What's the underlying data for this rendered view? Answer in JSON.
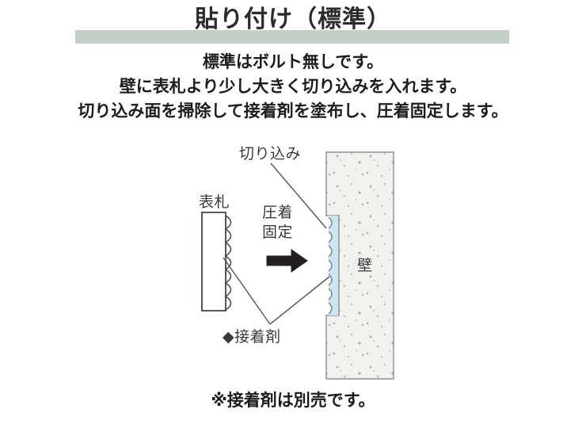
{
  "header": {
    "title": "貼り付け（標準）",
    "band_color": "#c3cfc2"
  },
  "intro": {
    "lines": [
      "標準はボルト無しです。",
      "壁に表札より少し大きく切り込みを入れます。",
      "切り込み面を掃除して接着剤を塗布し、圧着固定します。"
    ]
  },
  "diagram": {
    "labels": {
      "kirikomi": "切り込み",
      "hyousatsu": "表札",
      "atsuchaku_line1": "圧着",
      "atsuchaku_line2": "固定",
      "kabe": "壁",
      "setchakuzai": "◆接着剤"
    },
    "icons": {
      "press_arrow": "right-arrow-icon",
      "adhesive_marker": "diamond-bullet-icon"
    },
    "colors": {
      "wall_fill": "#f0f0ef",
      "wall_speckle": "#9a9a9a",
      "wall_outline": "#8d8d8d",
      "plate_outline": "#4a4448",
      "adhesive_fill": "#cfe4ef",
      "adhesive_outline": "#7b8f9c",
      "arrow_fill": "#231f20",
      "leader_line": "#5c5c5c"
    }
  },
  "footer": {
    "note": "※接着剤は別売です。"
  }
}
